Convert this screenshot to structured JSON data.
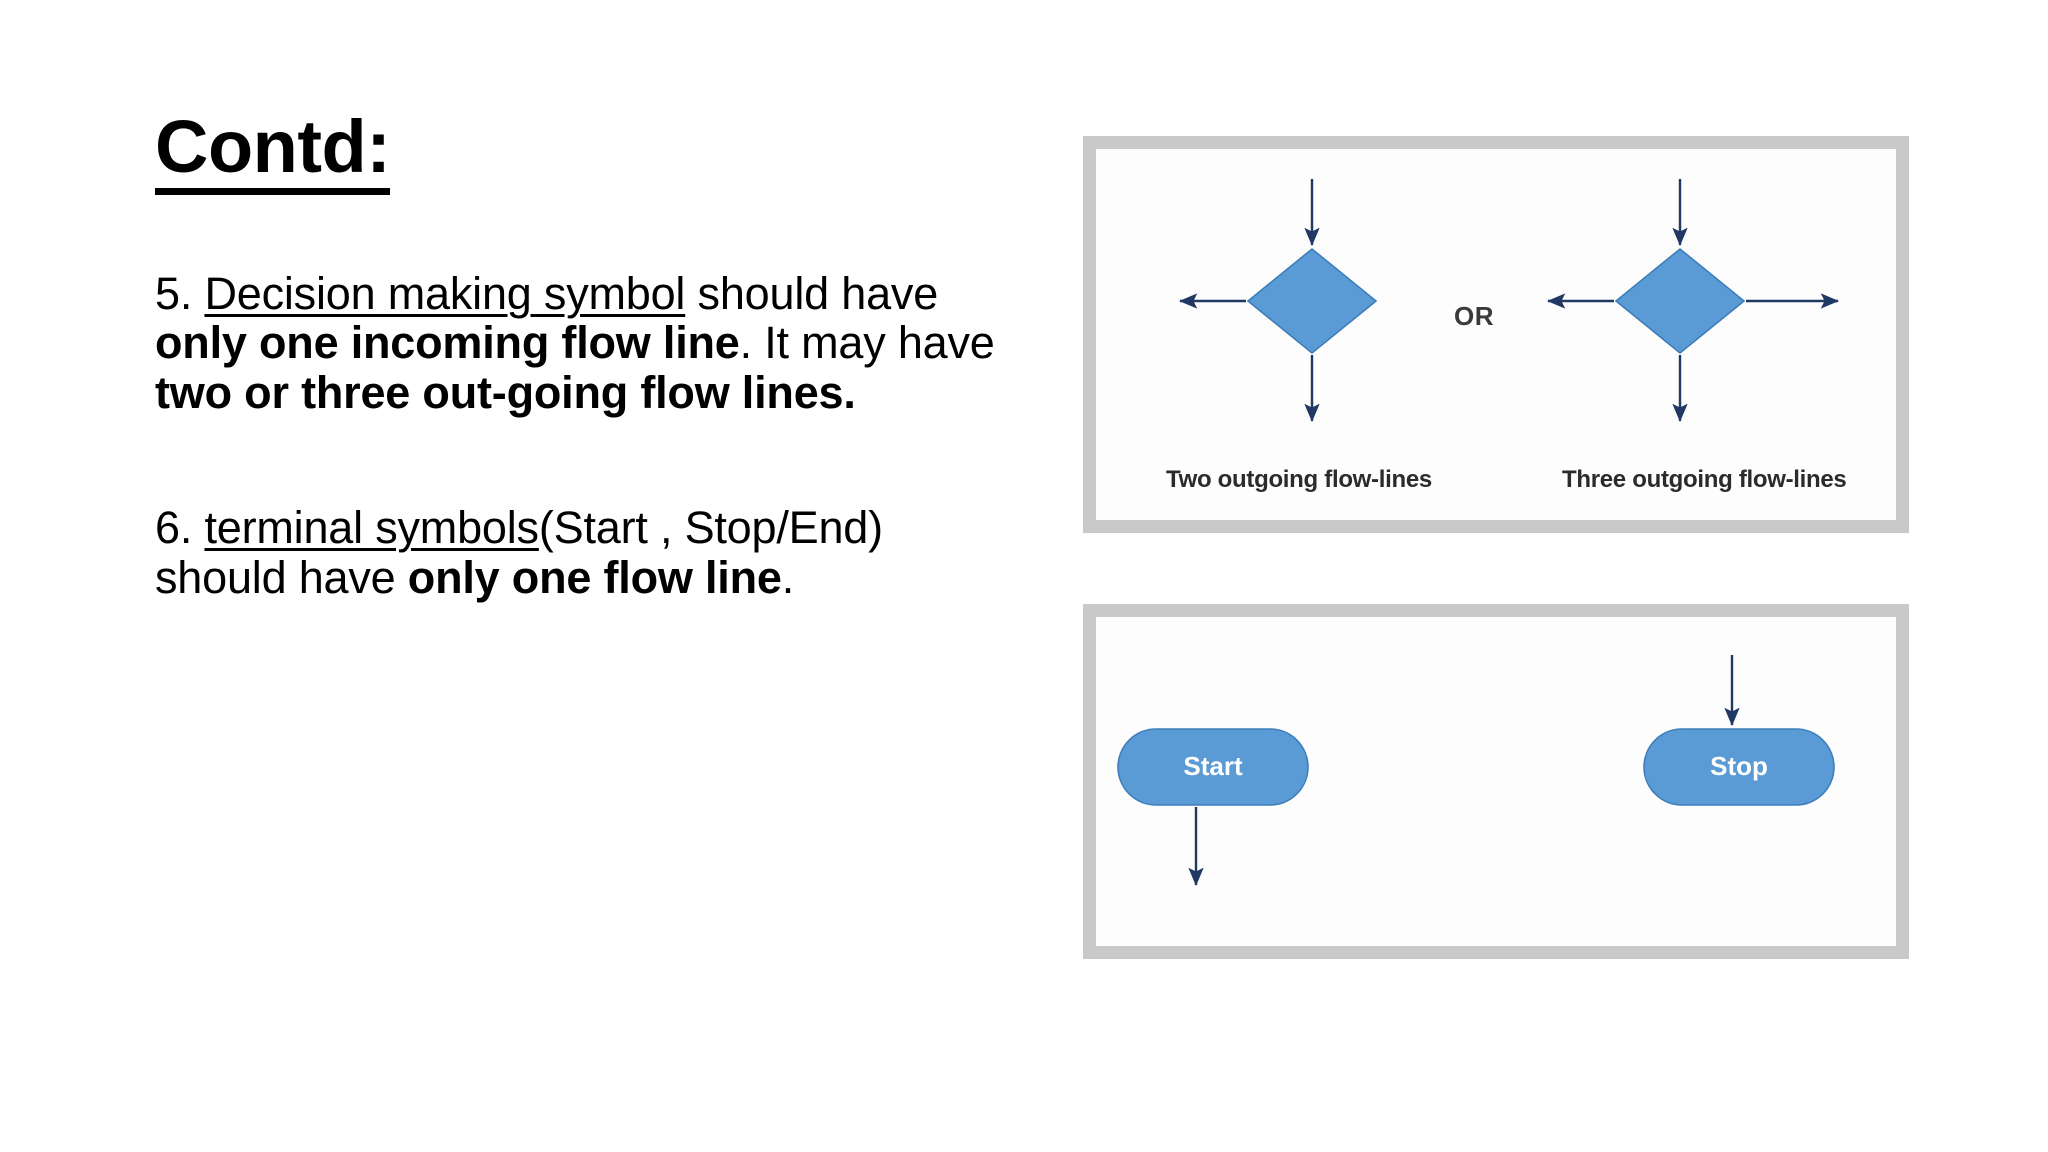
{
  "slide": {
    "title": "Contd:",
    "items": [
      {
        "number": "5.",
        "underlined_term": "Decision making symbol",
        "text_after_term": " should have ",
        "bold_1": "only one incoming flow line",
        "text_mid": ". It may have ",
        "bold_2": "two or three out-going flow lines.",
        "text_end": ""
      },
      {
        "number": "6.",
        "underlined_term": "terminal symbols",
        "text_after_term": "(Start , Stop/End) should have ",
        "bold_1": "only one flow line",
        "text_mid": ".",
        "bold_2": "",
        "text_end": ""
      }
    ]
  },
  "figures": {
    "decision": {
      "name": "decision-symbol-flowlines",
      "or_label": "OR",
      "caption_left": "Two outgoing flow-lines",
      "caption_right": "Three outgoing flow-lines",
      "shape": "diamond",
      "left_example": {
        "incoming": 1,
        "outgoing": 2,
        "outgoing_directions": [
          "left",
          "down"
        ]
      },
      "right_example": {
        "incoming": 1,
        "outgoing": 3,
        "outgoing_directions": [
          "left",
          "right",
          "down"
        ]
      }
    },
    "terminal": {
      "name": "terminal-symbol-flowlines",
      "shape": "rounded-rectangle",
      "start_label": "Start",
      "stop_label": "Stop",
      "start_flow": "one outgoing flow line (down)",
      "stop_flow": "one incoming flow line (down)"
    }
  },
  "colors": {
    "shape_fill": "#5B9BD5",
    "shape_stroke": "#3D7EBB",
    "arrow": "#1F3864",
    "panel_border": "#C9C9C9",
    "text": "#000000",
    "caption_text": "#2B2B2B"
  }
}
